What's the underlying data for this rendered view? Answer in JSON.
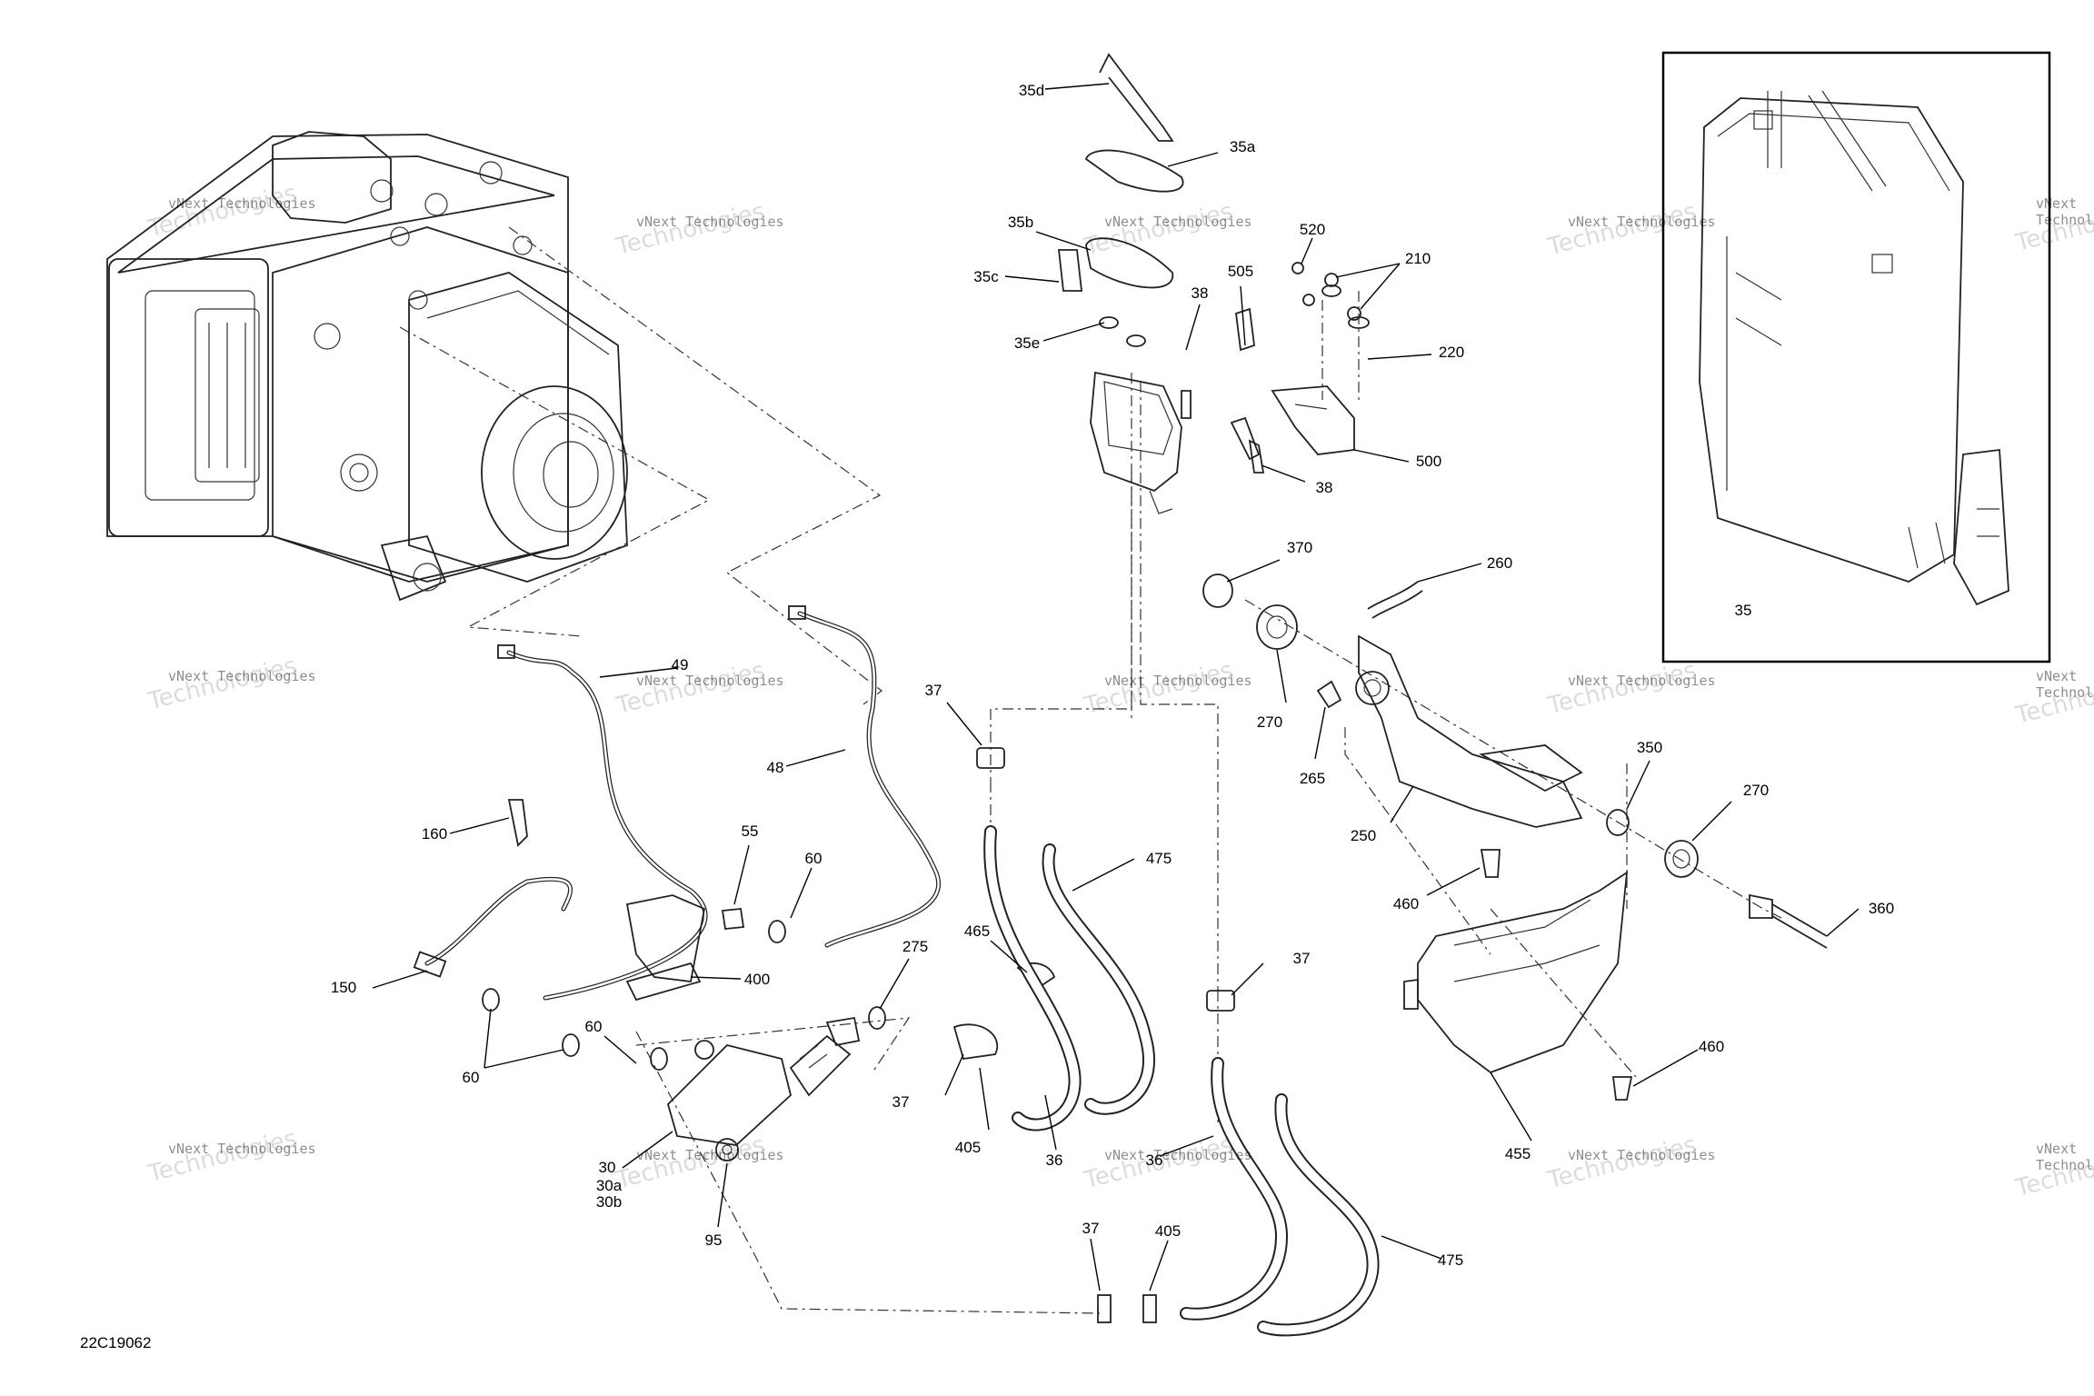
{
  "document_id": "22C19062",
  "watermark": {
    "line1": "vNext Technologies",
    "line2": "Technologies"
  },
  "callouts": {
    "c35d": "35d",
    "c35a": "35a",
    "c35b": "35b",
    "c35c": "35c",
    "c35e": "35e",
    "c38a": "38",
    "c38b": "38",
    "c505": "505",
    "c520": "520",
    "c210": "210",
    "c220": "220",
    "c500": "500",
    "c35": "35",
    "c370": "370",
    "c260": "260",
    "c270a": "270",
    "c265": "265",
    "c250": "250",
    "c350": "350",
    "c270b": "270",
    "c360": "360",
    "c460a": "460",
    "c460b": "460",
    "c455": "455",
    "c49": "49",
    "c48": "48",
    "c160": "160",
    "c55": "55",
    "c60a": "60",
    "c150": "150",
    "c400": "400",
    "c275": "275",
    "c60b": "60",
    "c60c": "60",
    "c30": "30",
    "c30a": "30a",
    "c30b": "30b",
    "c95": "95",
    "c37a": "37",
    "c475a": "475",
    "c465": "465",
    "c37b": "37",
    "c405a": "405",
    "c36a": "36",
    "c37c": "37",
    "c36b": "36",
    "c37d": "37",
    "c405b": "405",
    "c475b": "475"
  },
  "colors": {
    "line": "#222222",
    "background": "#ffffff",
    "inset_border": "#000000"
  }
}
